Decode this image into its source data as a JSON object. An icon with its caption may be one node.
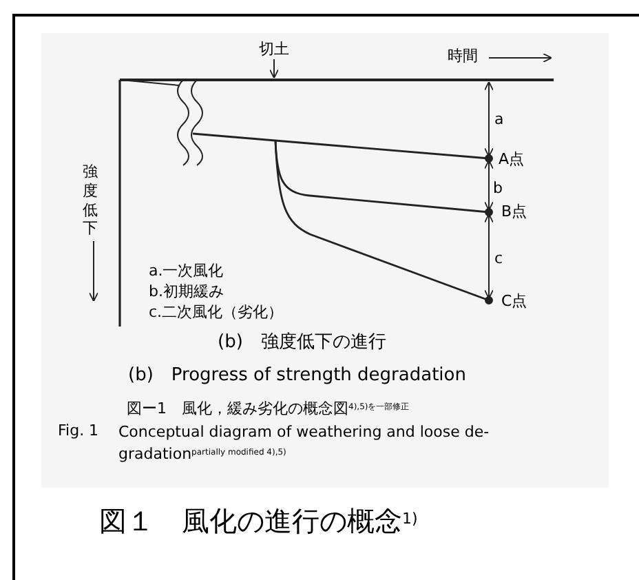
{
  "diagram": {
    "title": "図１　風化の進行の概念$^{1)}$",
    "nodes": [
      {
        "text": [
          "切土"
        ]
      },
      {
        "text": [],
        "shape": "bar"
      }
    ],
    "edges": [
      {
        "from": 0,
        "to": 1,
        "arrow": "to"
      }
    ],
    "labels": [
      "時間",
      "a",
      "A点",
      "b",
      "B点",
      "強度低下",
      "c",
      "a.一次風化",
      "b.初期緩み",
      "c.二次風化（劣化）",
      "C点",
      "(b)　強度低下の進行",
      "(b)　Progress of strength degradation",
      "図ー1　風化，緩み劣化の概念図$^{4),5)を一部修正}$",
      "Fig. 1",
      "Conceptual diagram of weathering and loose de- gradation$^{partially modified 4),5)}$"
    ]
  }
}
